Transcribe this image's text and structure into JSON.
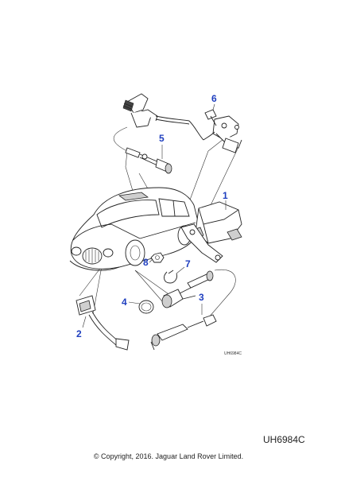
{
  "diagram": {
    "illustration_code": "UH6984C",
    "callouts": [
      {
        "id": "1",
        "label": "1"
      },
      {
        "id": "2",
        "label": "2"
      },
      {
        "id": "3",
        "label": "3"
      },
      {
        "id": "4",
        "label": "4"
      },
      {
        "id": "5",
        "label": "5"
      },
      {
        "id": "6",
        "label": "6"
      },
      {
        "id": "7",
        "label": "7"
      },
      {
        "id": "8",
        "label": "8"
      }
    ],
    "callout_color": "#1f3fbf"
  },
  "footer": {
    "code": "UH6984C",
    "copyright": "© Copyright, 2016. Jaguar Land Rover Limited."
  }
}
